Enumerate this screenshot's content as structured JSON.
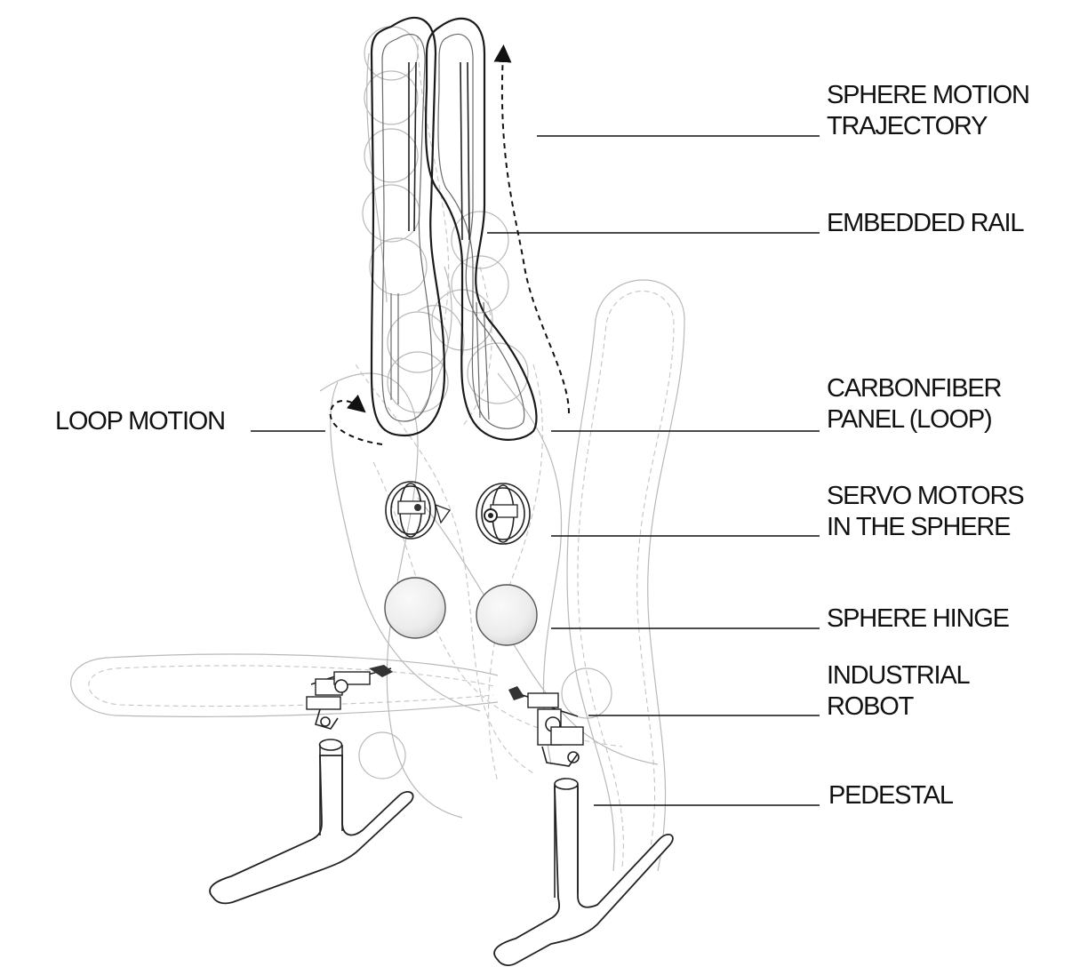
{
  "labels": {
    "sphere_motion_trajectory": [
      "SPHERE MOTION",
      "TRAJECTORY"
    ],
    "embedded_rail": "EMBEDDED RAIL",
    "carbonfiber_panel": [
      "CARBONFIBER",
      "PANEL (LOOP)"
    ],
    "loop_motion": "LOOP MOTION",
    "servo_motors": [
      "SERVO MOTORS",
      "IN THE SPHERE"
    ],
    "sphere_hinge": "SPHERE HINGE",
    "industrial_robot": [
      "INDUSTRIAL",
      "ROBOT"
    ],
    "pedestal": "PEDESTAL"
  },
  "colors": {
    "ink": "#111111",
    "ghost": "#b9b9b9",
    "sphere_fill": "#ececec"
  }
}
